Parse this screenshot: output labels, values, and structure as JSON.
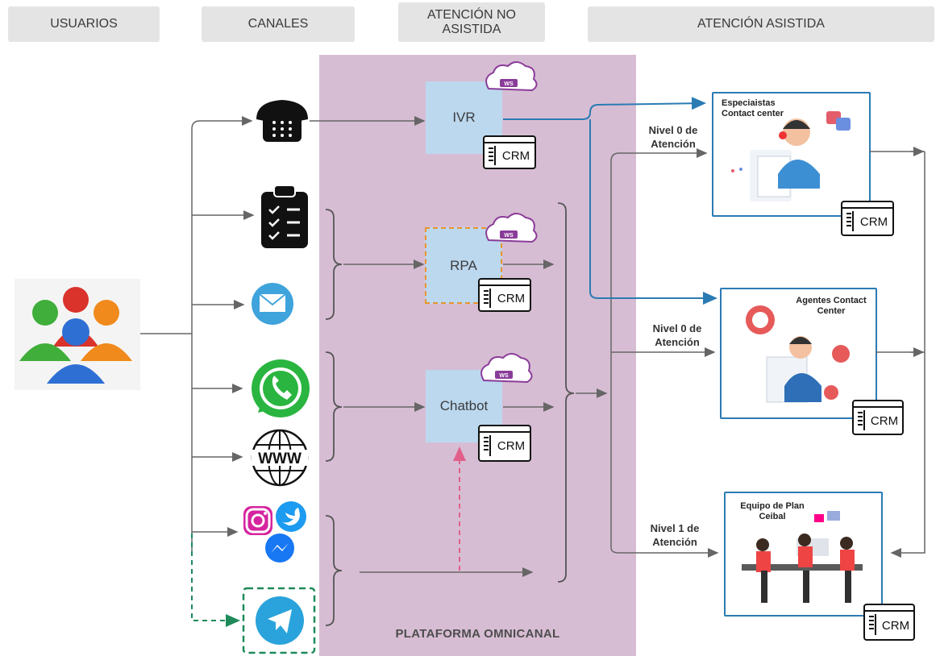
{
  "headers": {
    "usuarios": "USUARIOS",
    "canales": "CANALES",
    "no_asistida": "ATENCIÓN NO ASISTIDA",
    "asistida": "ATENCIÓN ASISTIDA"
  },
  "platform_label": "PLATAFORMA OMNICANAL",
  "nodes": {
    "ivr": "IVR",
    "rpa": "RPA",
    "chatbot": "Chatbot"
  },
  "ws_label": "WS",
  "crm_label": "CRM",
  "www_label": "WWW",
  "levels": {
    "l1": "Nivel 0 de Atención",
    "l2": "Nivel 0 de Atención",
    "l3": "Nivel 1 de Atención"
  },
  "cards": {
    "especialistas": "Especiaistas Contact center",
    "agentes": "Agentes Contact Center",
    "equipo": "Equipo de Plan Ceibal"
  },
  "colors": {
    "platform": "#d7bdd3",
    "node": "#bcd8ef",
    "blue_line": "#2b7bb3",
    "dashed_green": "#1e8a5a",
    "dashed_pink": "#e0608a",
    "rpa_border": "#e8952c",
    "ws_cloud": "#8a3c99"
  }
}
